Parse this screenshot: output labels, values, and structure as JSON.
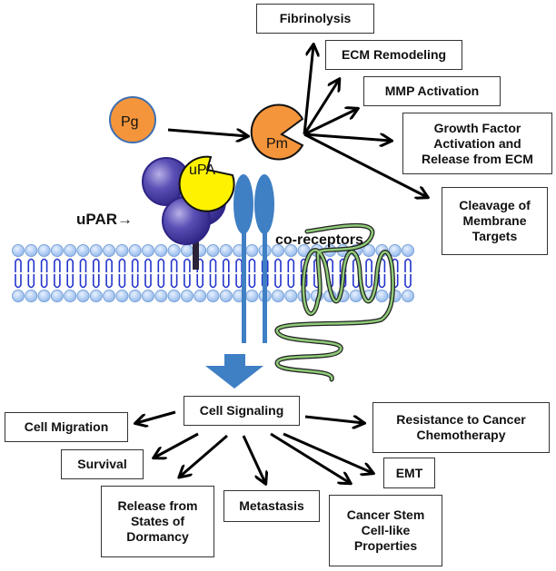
{
  "molecules": {
    "pg": "Pg",
    "pm": "Pm",
    "upa": "uPA",
    "upar": "uPAR→",
    "coreceptors": "co-receptors"
  },
  "pm_outcomes": [
    "Fibrinolysis",
    "ECM Remodeling",
    "MMP Activation",
    "Growth Factor\nActivation and\nRelease from ECM",
    "Cleavage of\nMembrane\nTargets"
  ],
  "hub": "Cell Signaling",
  "signaling_outcomes": [
    "Cell Migration",
    "Survival",
    "Release from\nStates of\nDormancy",
    "Metastasis",
    "Cancer Stem\nCell-like\nProperties",
    "EMT",
    "Resistance to Cancer\nChemotherapy"
  ],
  "colors": {
    "plasminogen": "#F5953B",
    "upa": "#FFF200",
    "upar": "#4B3FA0",
    "coreceptor": "#3F7FC4",
    "lipid_head": "#A9C8F2",
    "lipid_tail": "#2233CC",
    "gpcr_green": "#7FBF6A",
    "arrow_block": "#3F7FC4"
  }
}
